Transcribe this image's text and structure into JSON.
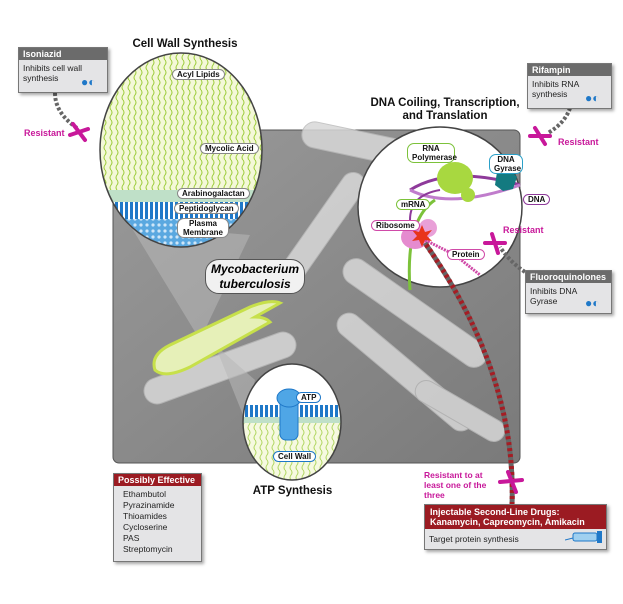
{
  "cell_wall": {
    "title": "Cell Wall Synthesis",
    "layers": [
      "Acyl Lipids",
      "Mycolic Acid",
      "Arabinogalactan",
      "Peptidoglycan",
      "Plasma Membrane"
    ]
  },
  "dna": {
    "title_line1": "DNA Coiling, Transcription,",
    "title_line2": "and Translation",
    "labels": {
      "rna_polymerase": "RNA Polymerase",
      "dna_gyrase": "DNA Gyrase",
      "mrna": "mRNA",
      "dna": "DNA",
      "ribosome": "Ribosome",
      "protein": "Protein"
    }
  },
  "organism": {
    "line1": "Mycobacterium",
    "line2": "tuberculosis"
  },
  "atp": {
    "title": "ATP Synthesis",
    "labels": {
      "atp": "ATP",
      "cell_wall": "Cell Wall"
    }
  },
  "drugs": {
    "isoniazid": {
      "name": "Isoniazid",
      "action": "Inhibits cell wall synthesis"
    },
    "rifampin": {
      "name": "Rifampin",
      "action": "Inhibits RNA synthesis"
    },
    "fluoroquinolones": {
      "name": "Fluoroquinolones",
      "action": "Inhibits DNA Gyrase"
    },
    "injectable": {
      "name_line1": "Injectable Second-Line Drugs:",
      "name_line2": "Kanamycin, Capreomycin, Amikacin",
      "action": "Target protein synthesis"
    }
  },
  "resistance": {
    "label": "Resistant",
    "injectable_label": "Resistant to at least one of the three"
  },
  "possibly_effective": {
    "title": "Possibly Effective",
    "items": [
      "Ethambutol",
      "Pyrazinamide",
      "Thioamides",
      "Cycloserine",
      "PAS",
      "Streptomycin"
    ]
  },
  "colors": {
    "resistant": "#c8189a",
    "drug_header": "#6b6b6b",
    "possibly_effective_header": "#9b1b22",
    "cell_wall_green": "#9ccc3a",
    "membrane_blue": "#1f78c8"
  }
}
